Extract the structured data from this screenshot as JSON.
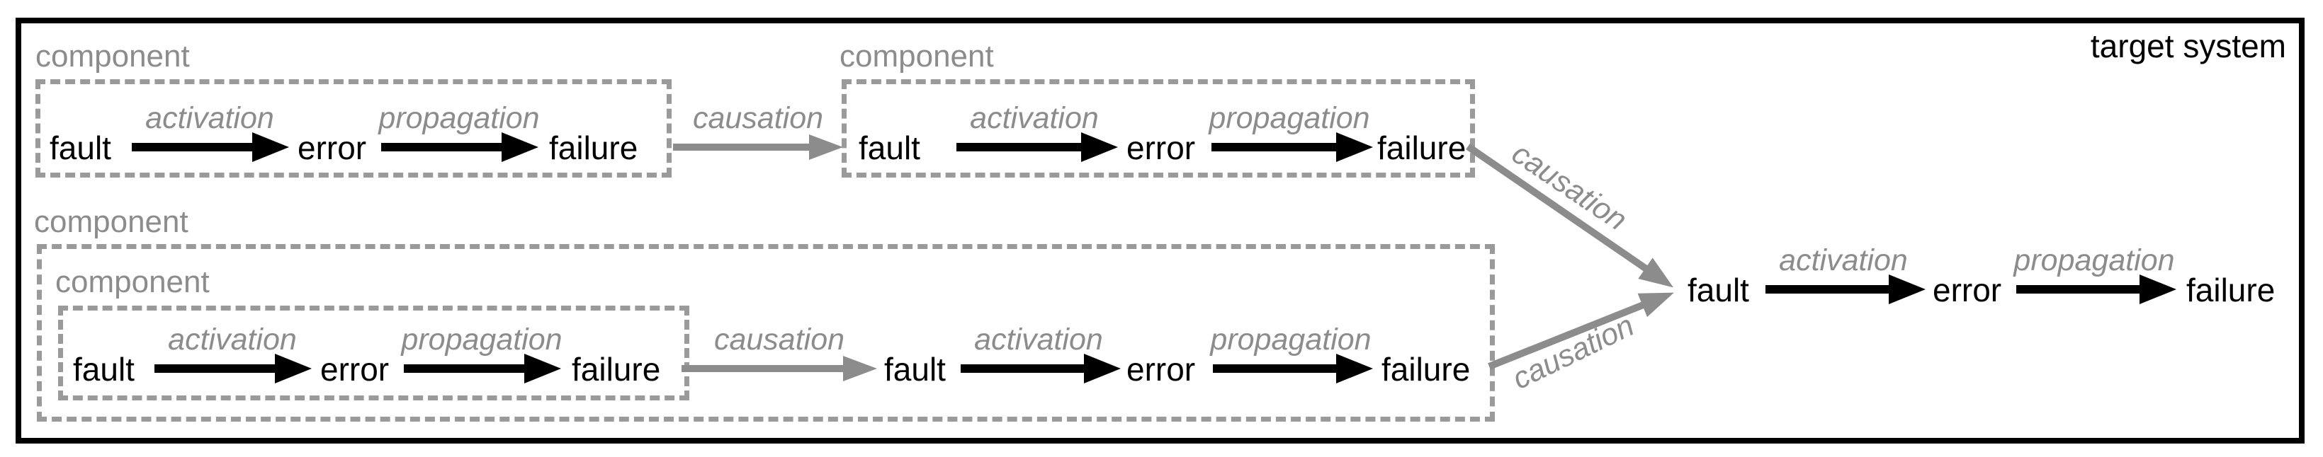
{
  "title": "target system",
  "colors": {
    "background": "#ffffff",
    "system_border": "#000000",
    "chain_text": "#000000",
    "black_arrow": "#000000",
    "gray_label": "#8c8c8c",
    "gray_arrow": "#8c8c8c",
    "dashed_border": "#9a9a9a"
  },
  "components": {
    "top_left": {
      "label": "component"
    },
    "top_right": {
      "label": "component"
    },
    "bottom_outer": {
      "label": "component"
    },
    "bottom_inner": {
      "label": "component"
    }
  },
  "chains": {
    "top_left": {
      "fault": "fault",
      "activation": "activation",
      "error": "error",
      "propagation": "propagation",
      "failure": "failure"
    },
    "top_right": {
      "fault": "fault",
      "activation": "activation",
      "error": "error",
      "propagation": "propagation",
      "failure": "failure"
    },
    "bottom_inner": {
      "fault": "fault",
      "activation": "activation",
      "error": "error",
      "propagation": "propagation",
      "failure": "failure"
    },
    "bottom_outer": {
      "fault": "fault",
      "activation": "activation",
      "error": "error",
      "propagation": "propagation",
      "failure": "failure"
    },
    "system": {
      "fault": "fault",
      "activation": "activation",
      "error": "error",
      "propagation": "propagation",
      "failure": "failure"
    }
  },
  "causations": {
    "top": "causation",
    "bottom": "causation",
    "diagonal_upper": "causation",
    "diagonal_lower": "causation"
  }
}
